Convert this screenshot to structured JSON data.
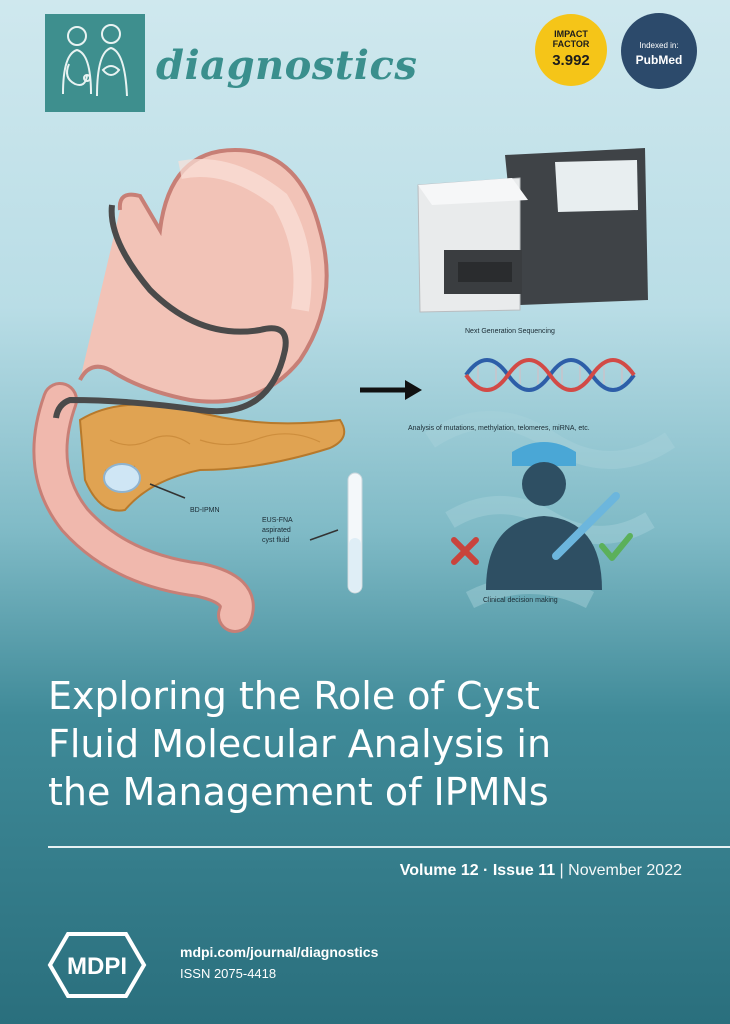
{
  "journal": {
    "name": "diagnostics"
  },
  "badges": {
    "impact_factor_line1": "IMPACT",
    "impact_factor_line2": "FACTOR",
    "impact_factor_value": "3.992",
    "pubmed_line1": "Indexed in:",
    "pubmed_line2": "PubMed",
    "impact_color": "#f5c518",
    "pubmed_color": "#2c4a6b"
  },
  "illustration": {
    "ngs_caption": "Next Generation Sequencing",
    "analysis_caption": "Analysis of mutations, methylation, telomeres, miRNA, etc.",
    "bd_label": "BD-IPMN",
    "eus_label_1": "EUS-FNA",
    "eus_label_2": "aspirated",
    "eus_label_3": "cyst fluid",
    "decision_caption": "Clinical decision making"
  },
  "cover": {
    "title_lines": [
      "Exploring the Role of Cyst",
      "Fluid Molecular Analysis in",
      "the Management of IPMNs"
    ],
    "volume": "Volume 12",
    "separator": " · ",
    "issue": "Issue 11",
    "pipe": " | ",
    "date": "November 2022"
  },
  "publisher": {
    "logo_text": "MDPI",
    "url": "mdpi.com/journal/diagnostics",
    "issn": "ISSN 2075-4418"
  }
}
